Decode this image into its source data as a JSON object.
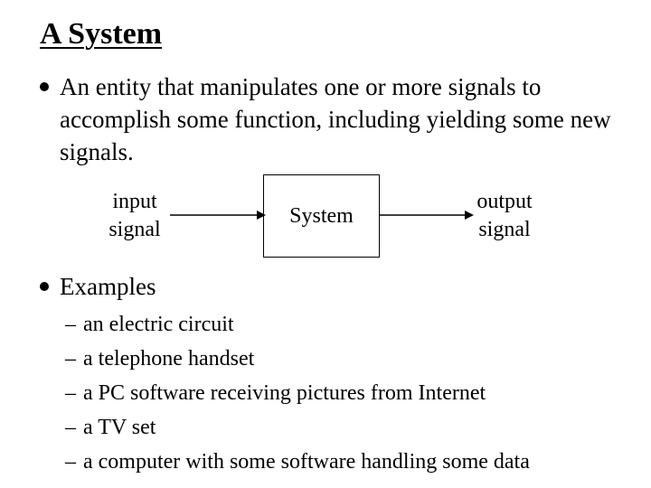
{
  "slide": {
    "title": "A System",
    "bullets": [
      {
        "text": "An entity that manipulates one or more signals to accomplish some function, including yielding some new signals."
      },
      {
        "text": "Examples"
      }
    ],
    "diagram": {
      "input_label_line1": "input",
      "input_label_line2": "signal",
      "system_label": "System",
      "output_label_line1": "output",
      "output_label_line2": "signal"
    },
    "examples": [
      "an electric circuit",
      "a telephone handset",
      "a PC software receiving pictures from Internet",
      "a TV set",
      "a computer with some software handling some data"
    ],
    "dash_glyph": "–"
  }
}
